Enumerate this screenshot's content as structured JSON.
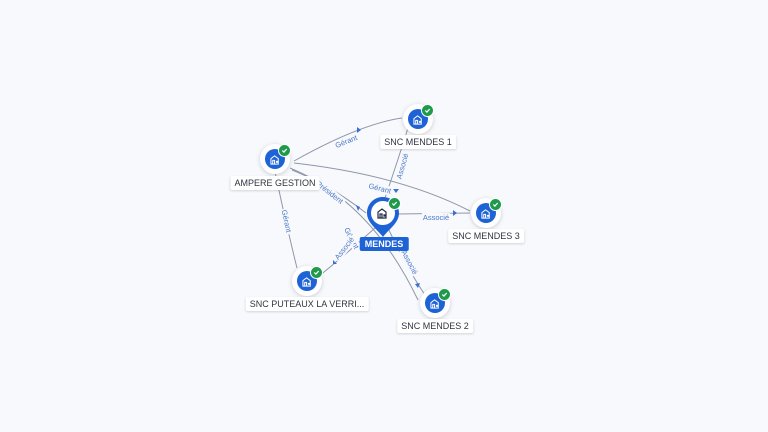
{
  "colors": {
    "background": "#f8f9fc",
    "node_blue": "#1e63d6",
    "check_green": "#1f9a4b",
    "edge": "#8e97aa",
    "edge_label": "#4a78c9"
  },
  "nodes": {
    "center": {
      "label": "MENDES",
      "icon": "building-icon"
    },
    "ampere": {
      "label": "AMPERE GESTION",
      "icon": "building-icon"
    },
    "mendes1": {
      "label": "SNC MENDES 1",
      "icon": "building-icon"
    },
    "mendes2": {
      "label": "SNC MENDES 2",
      "icon": "building-icon"
    },
    "mendes3": {
      "label": "SNC MENDES 3",
      "icon": "building-icon"
    },
    "puteaux": {
      "label": "SNC PUTEAUX LA VERRI...",
      "icon": "building-icon"
    }
  },
  "edges": {
    "ampere_mendes1": "Gérant",
    "ampere_mendes3": "Gérant",
    "ampere_center": "Président",
    "ampere_puteaux": "Gérant",
    "center_mendes1": "Associé",
    "center_mendes3": "Associé",
    "center_mendes2": "Associé",
    "center_puteaux": "Associé",
    "ampere_mendes2": "Gérant"
  }
}
